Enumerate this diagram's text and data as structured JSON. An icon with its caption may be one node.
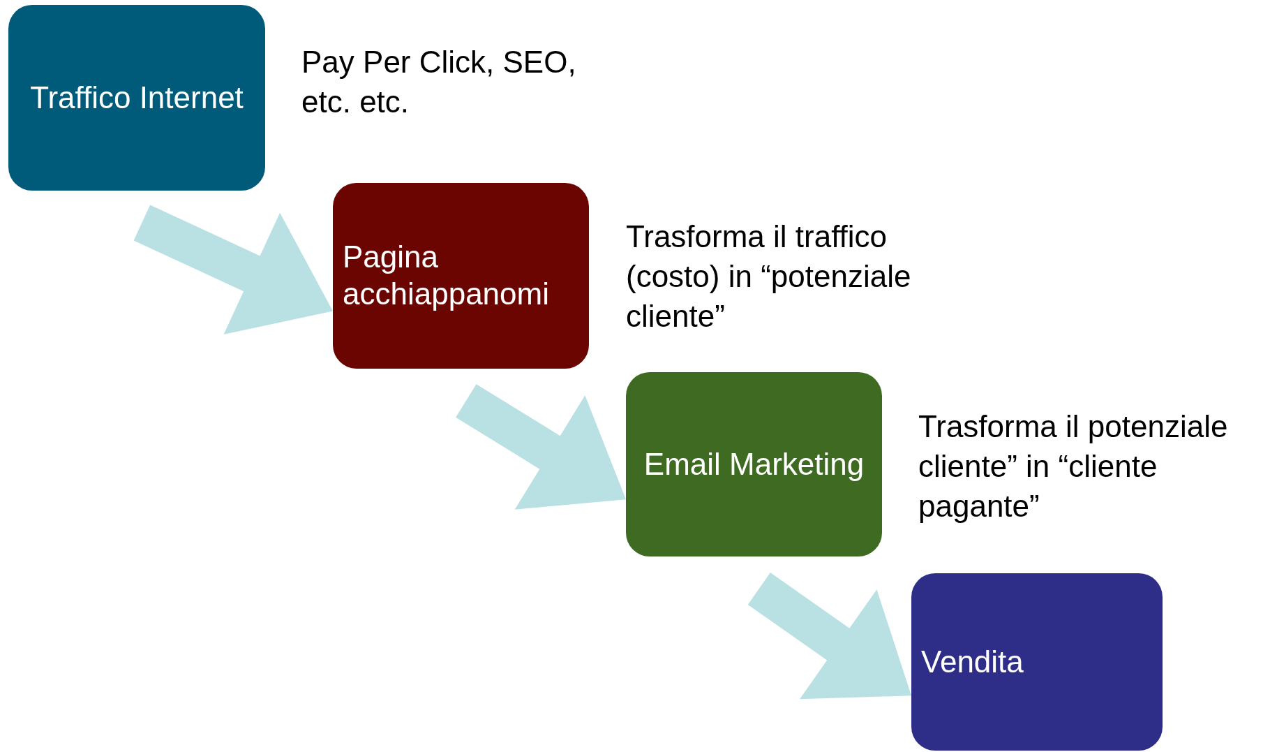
{
  "diagram": {
    "nodes": [
      {
        "text": [
          "Traffico Internet"
        ],
        "beside": [
          "Pay Per Click, SEO, etc. etc."
        ]
      },
      {
        "text": [
          "Pagina acchiappanomi"
        ],
        "beside": [
          "Trasforma il traffico (costo) in “potenziale cliente”"
        ]
      },
      {
        "text": [
          "Email Marketing"
        ],
        "beside": [
          "Trasforma il potenziale cliente” in “cliente pagante”"
        ]
      },
      {
        "text": [
          "Vendita"
        ]
      }
    ],
    "edges": [
      {
        "from": 0,
        "to": 1,
        "arrow": "to"
      },
      {
        "from": 1,
        "to": 2,
        "arrow": "to"
      },
      {
        "from": 2,
        "to": 3,
        "arrow": "to"
      }
    ]
  }
}
